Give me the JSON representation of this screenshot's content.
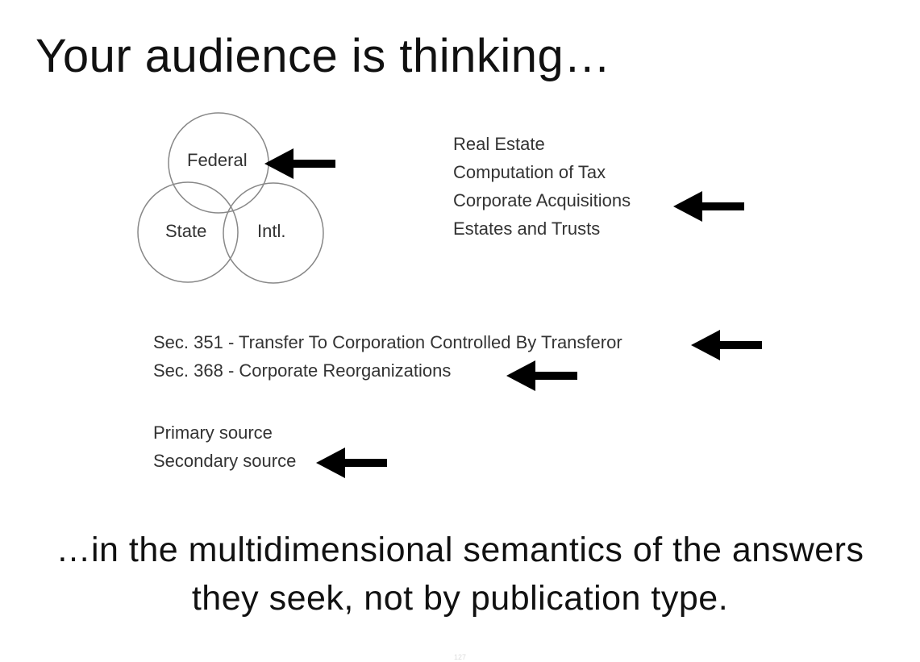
{
  "slide": {
    "title": "Your audience is thinking…",
    "venn": {
      "federal": "Federal",
      "state": "State",
      "intl": "Intl."
    },
    "topics": [
      "Real Estate",
      "Computation of Tax",
      "Corporate Acquisitions",
      "Estates and Trusts"
    ],
    "sections": [
      "Sec. 351 - Transfer To Corporation Controlled By Transferor",
      "Sec. 368 - Corporate Reorganizations"
    ],
    "sources": [
      "Primary source",
      "Secondary source"
    ],
    "closing": {
      "line1": "…in the multidimensional semantics of the answers",
      "line2": "they seek, not by publication type."
    },
    "page_number": "127",
    "icons": {
      "arrow": "left-arrow-icon"
    },
    "colors": {
      "circle_stroke": "#888888",
      "arrow": "#000000",
      "text": "#333333"
    }
  }
}
